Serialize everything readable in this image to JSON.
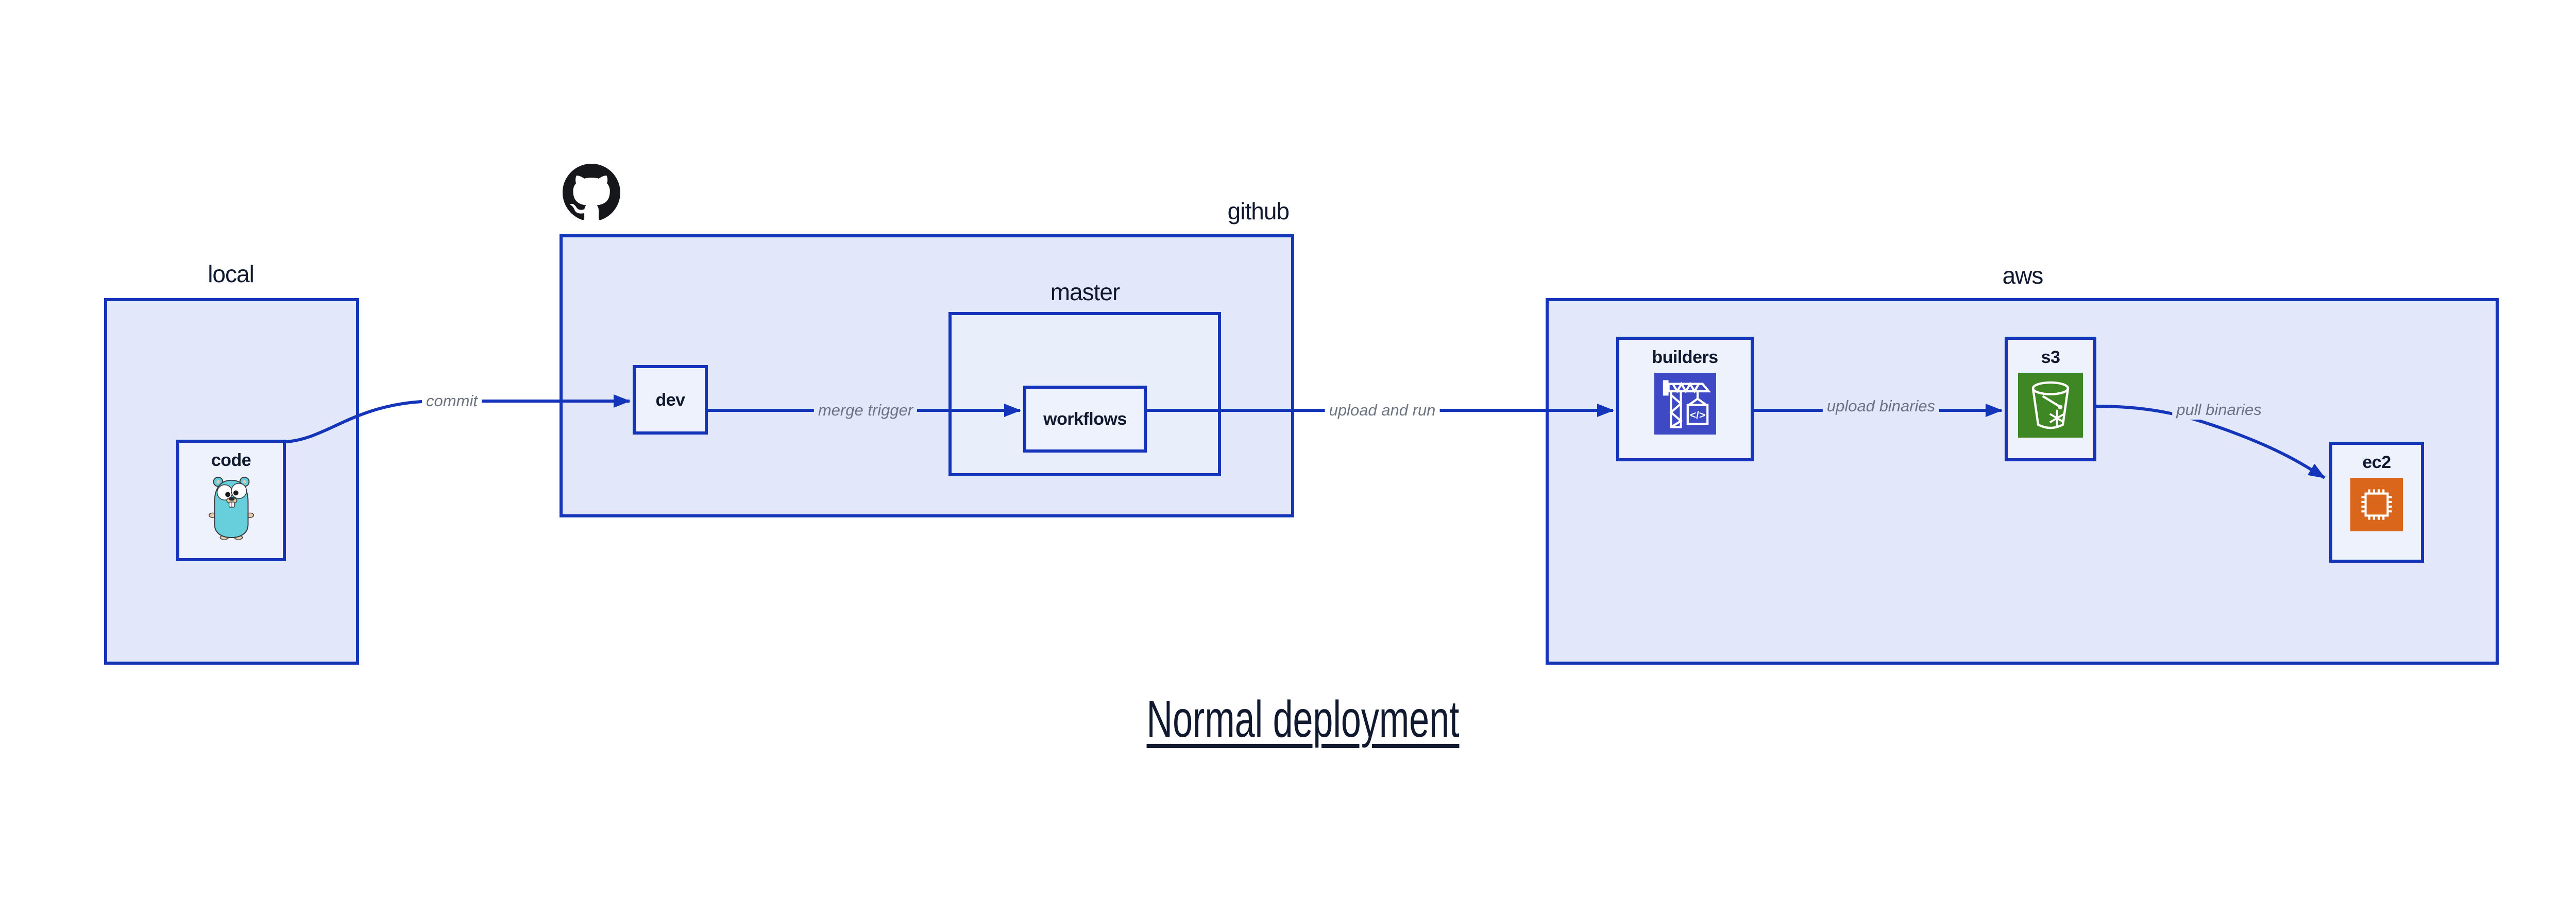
{
  "title": {
    "text": "Normal deployment"
  },
  "groups": {
    "local": {
      "label": "local"
    },
    "github": {
      "label": "github"
    },
    "master": {
      "label": "master"
    },
    "aws": {
      "label": "aws"
    }
  },
  "nodes": {
    "code": {
      "label": "code",
      "icon": "go-gopher-icon"
    },
    "dev": {
      "label": "dev"
    },
    "workflows": {
      "label": "workflows"
    },
    "builders": {
      "label": "builders",
      "icon": "aws-codebuild-icon"
    },
    "s3": {
      "label": "s3",
      "icon": "aws-s3-glacier-bucket-icon"
    },
    "ec2": {
      "label": "ec2",
      "icon": "aws-ec2-chip-icon"
    }
  },
  "edges": [
    {
      "from": "code",
      "to": "dev",
      "label": "commit"
    },
    {
      "from": "dev",
      "to": "workflows",
      "label": "merge trigger"
    },
    {
      "from": "workflows",
      "to": "builders",
      "label": "upload and run"
    },
    {
      "from": "builders",
      "to": "s3",
      "label": "upload binaries"
    },
    {
      "from": "s3",
      "to": "ec2",
      "label": "pull binaries"
    }
  ],
  "icons": {
    "github_logo": "octocat-icon"
  },
  "colors": {
    "canvas_bg": "#ffffff",
    "container_fill": "#e2e8fa",
    "nested_fill": "#e9eefb",
    "node_fill": "#eef2fc",
    "stroke_blue": "#1434ba",
    "text_navy": "#10192f",
    "edge_label_gray": "#6c7280",
    "octocat_black": "#15171b",
    "codebuild_indigo": "#3e49c6",
    "s3_green": "#3f8624",
    "ec2_orange": "#d9661a",
    "gopher_teal": "#67cfdc"
  }
}
